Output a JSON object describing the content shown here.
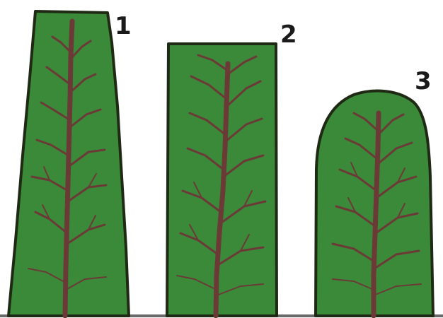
{
  "figure": {
    "labels": {
      "hedge_1": "1",
      "hedge_2": "2",
      "hedge_3": "3"
    },
    "colors": {
      "foliage": "#3b8a3a",
      "outline": "#1f2a14",
      "branches": "#6b3a37",
      "ground": "#6a6a6a"
    }
  }
}
